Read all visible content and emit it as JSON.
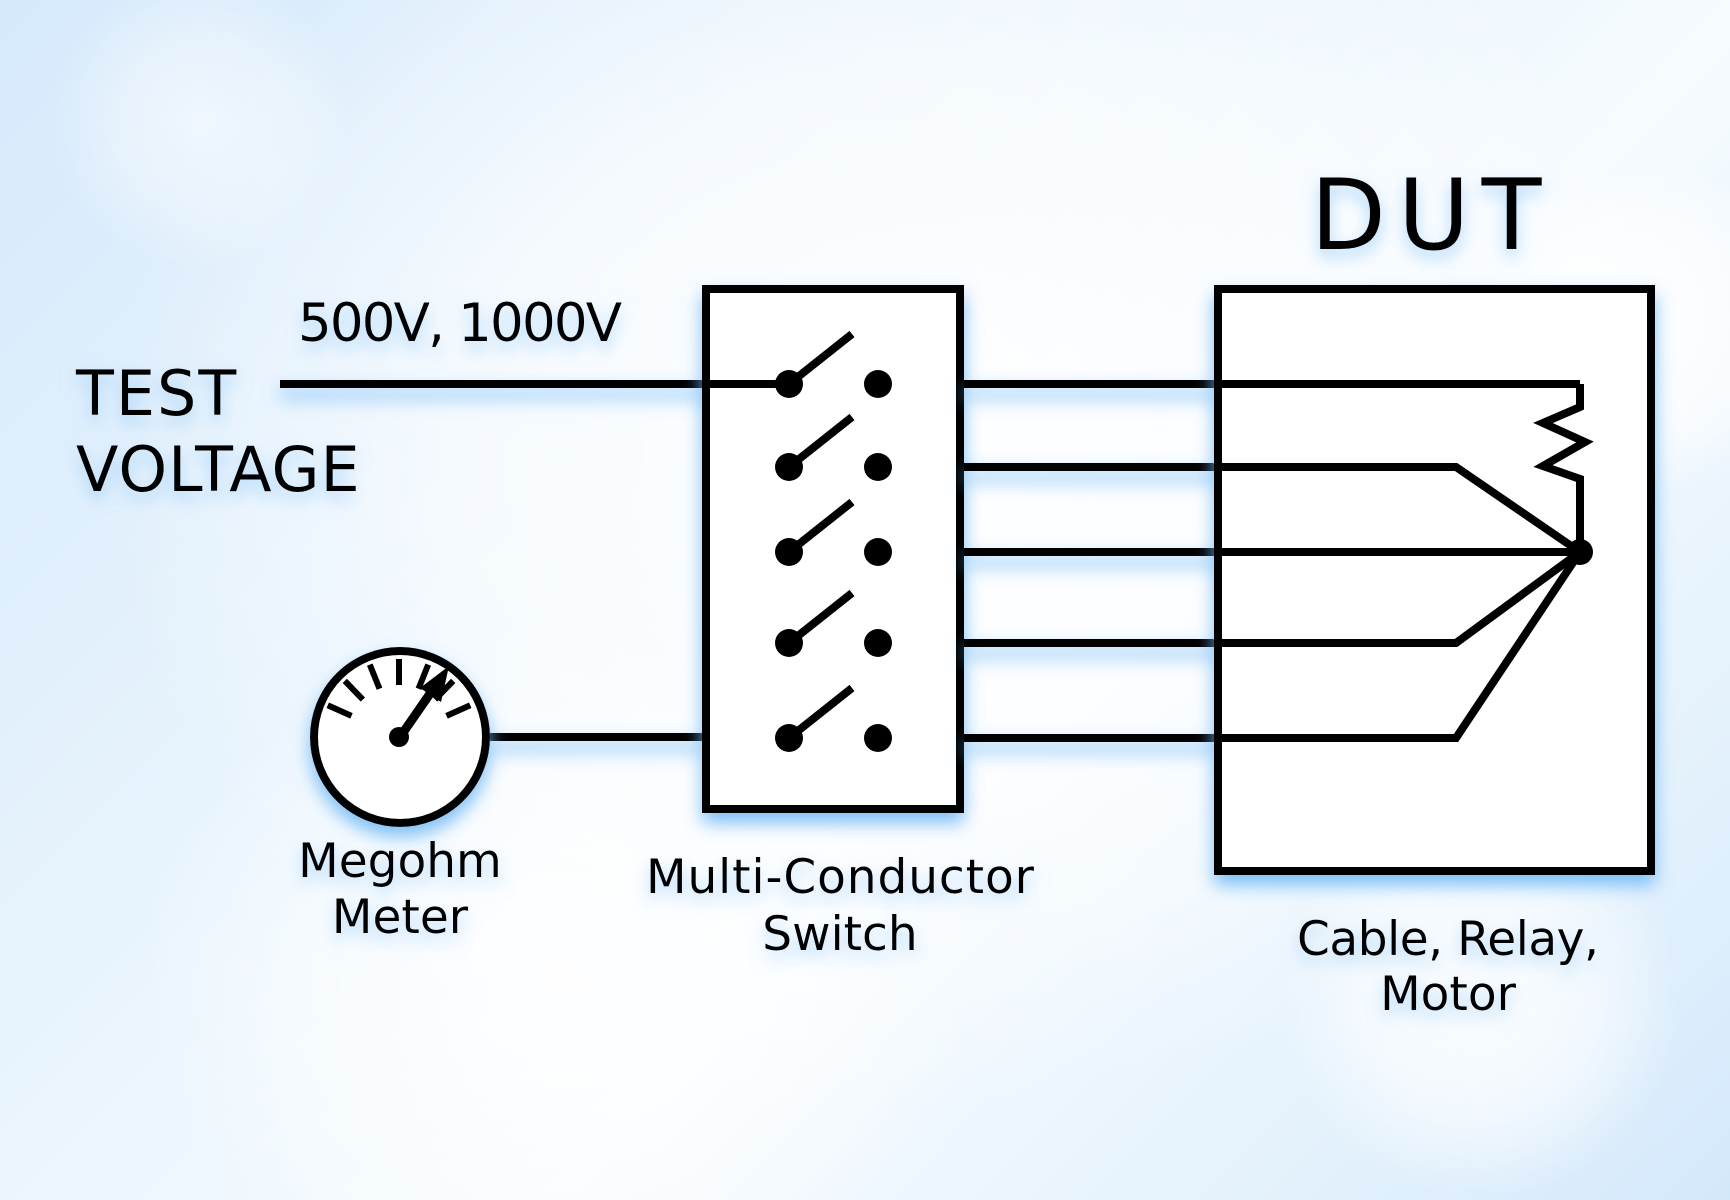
{
  "diagram": {
    "title": "DUT",
    "input": {
      "label_line1": "TEST",
      "label_line2": "VOLTAGE",
      "voltage_options": "500V, 1000V"
    },
    "meter": {
      "label_line1": "Megohm",
      "label_line2": "Meter",
      "icon": "gauge-icon"
    },
    "switch": {
      "label_line1": "Multi-Conductor",
      "label_line2": "Switch",
      "channels": 5,
      "icon": "spst-switch-icon"
    },
    "dut": {
      "label_line1": "Cable, Relay,",
      "label_line2": "Motor",
      "components": [
        "resistor-icon",
        "junction-node"
      ]
    },
    "colors": {
      "line": "#000000",
      "fill": "#ffffff",
      "glow": "#6fb8f5",
      "background": "#dcecfb"
    }
  }
}
